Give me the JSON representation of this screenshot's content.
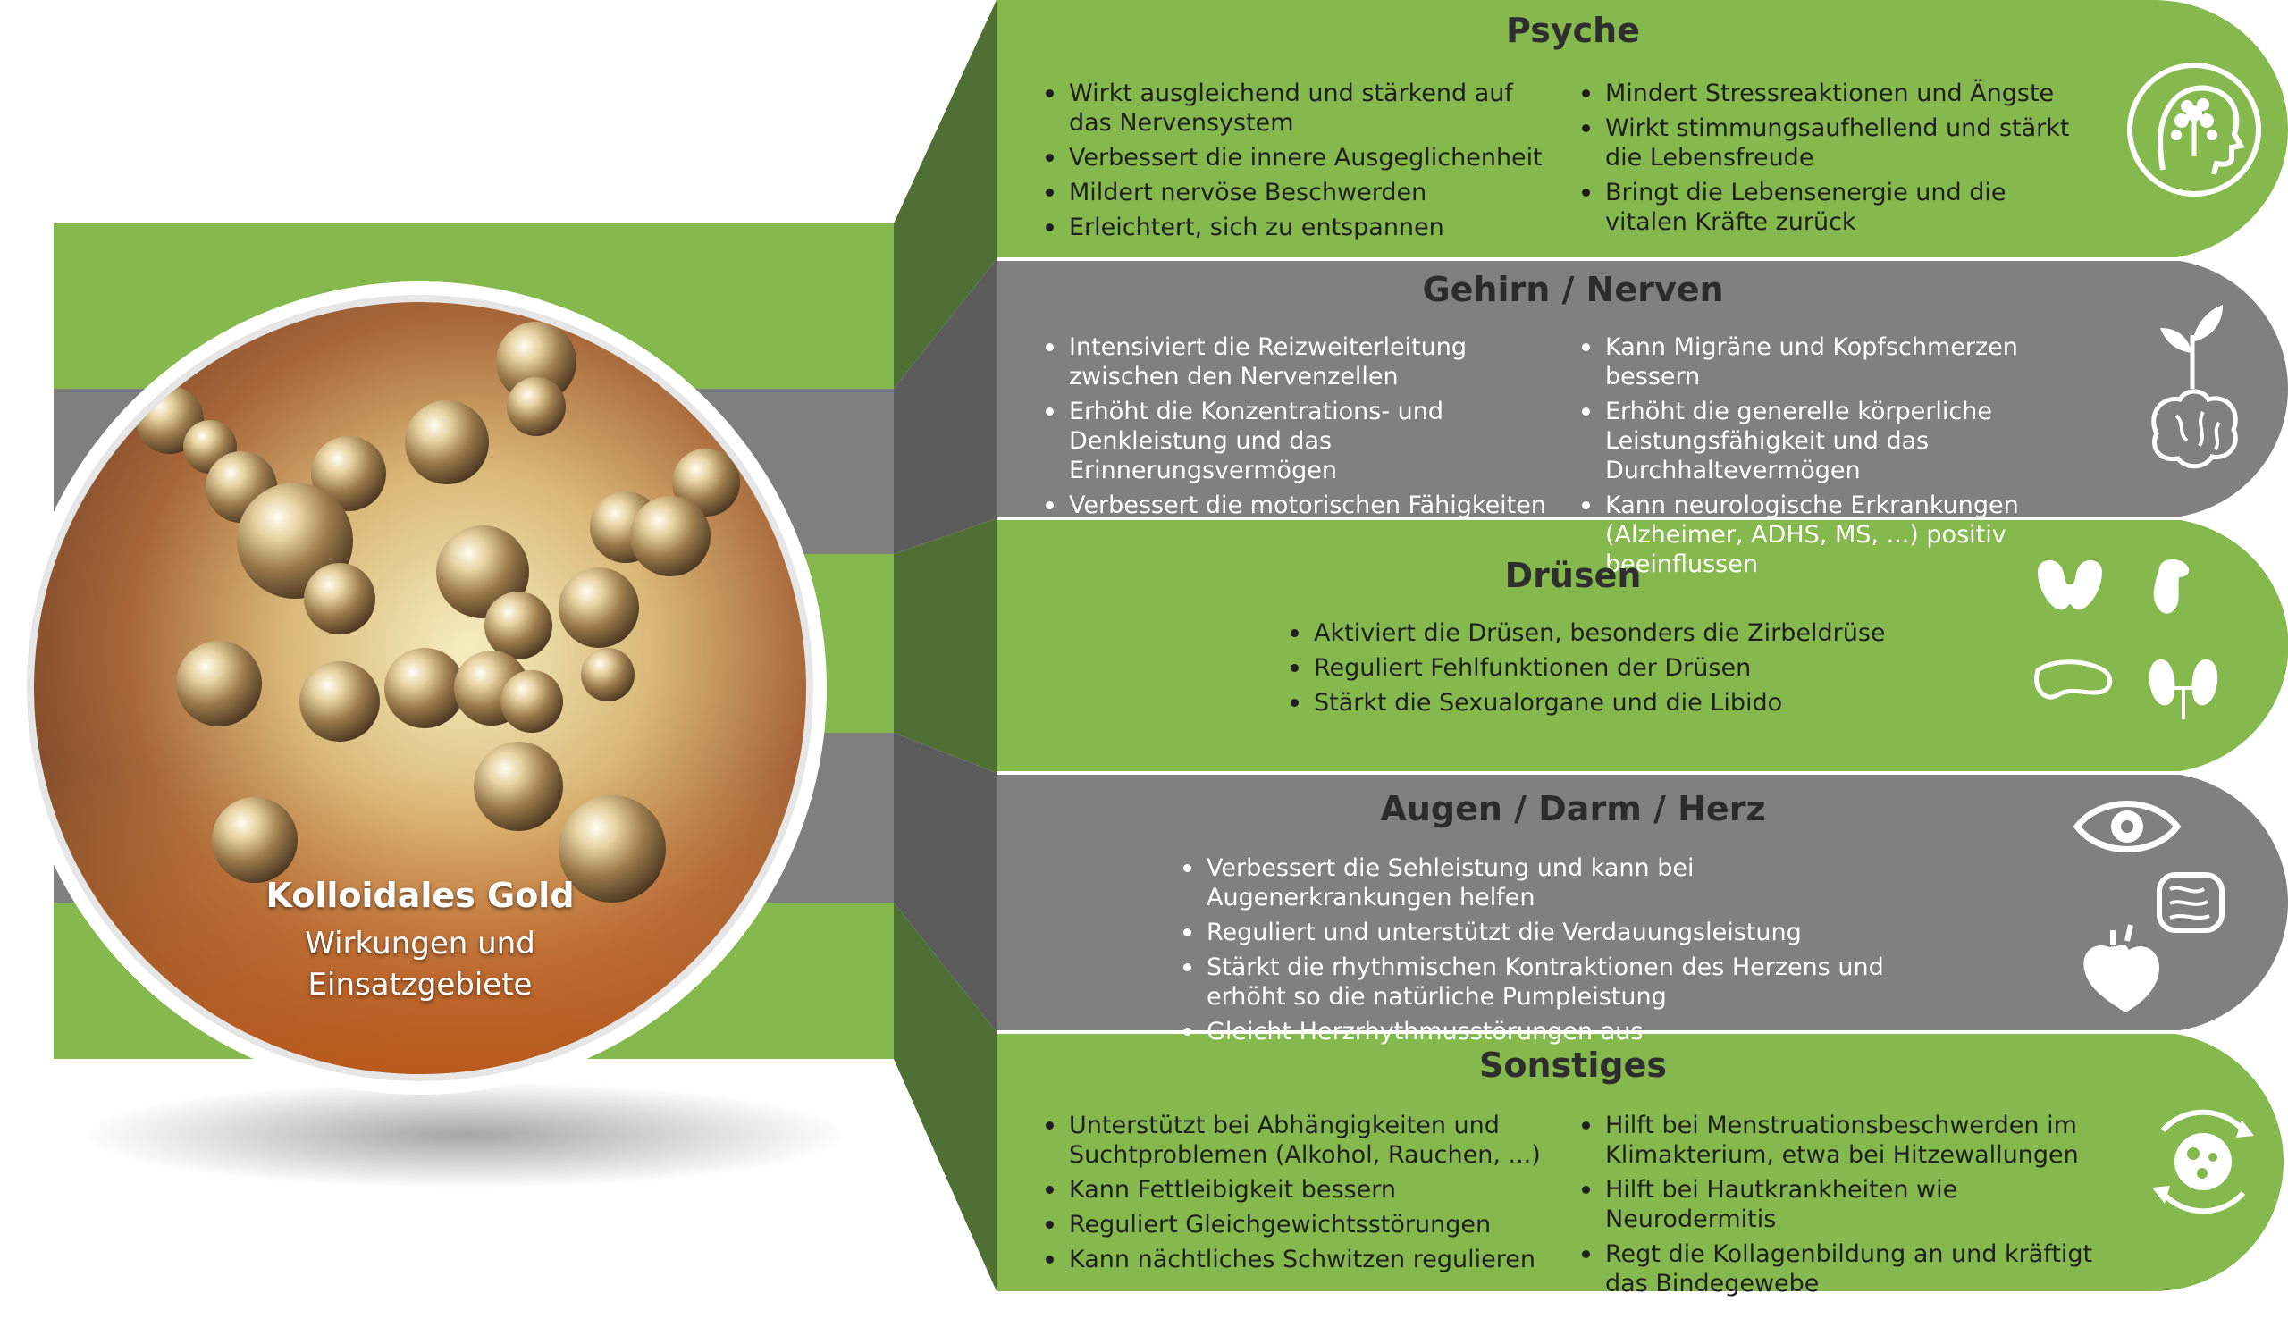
{
  "colors": {
    "green": "#86b94d",
    "green_dark": "#4f6f35",
    "grey": "#808080",
    "grey_dark": "#5c5c5c"
  },
  "circle": {
    "title": "Kolloidales Gold",
    "subtitle_line1": "Wirkungen und",
    "subtitle_line2": "Einsatzgebiete"
  },
  "panels": [
    {
      "title": "Psyche",
      "color": "green",
      "icon": "head-tree-icon",
      "left_items": [
        "Wirkt ausgleichend und stärkend auf das Nervensystem",
        "Verbessert die innere Ausgeglichenheit",
        "Mildert nervöse Beschwerden",
        "Erleichtert, sich zu entspannen"
      ],
      "right_items": [
        "Mindert Stressreaktionen und Ängste",
        "Wirkt stimmungsaufhellend und stärkt die Lebensfreude",
        "Bringt die Lebensenergie und die vitalen Kräfte zurück"
      ]
    },
    {
      "title": "Gehirn / Nerven",
      "color": "grey",
      "icon": "brain-sprout-icon",
      "left_items": [
        "Intensiviert die Reizweiterleitung zwischen den Nervenzellen",
        "Erhöht die Konzentrations- und Denkleistung und das Erinnerungsvermögen",
        "Verbessert die motorischen Fähigkeiten"
      ],
      "right_items": [
        "Kann Migräne und Kopfschmerzen bessern",
        "Erhöht die generelle körperliche Leistungsfähigkeit und das Durchhaltevermögen",
        "Kann neurologische Erkrankungen (Alzheimer, ADHS, MS, ...) positiv beeinflussen"
      ]
    },
    {
      "title": "Drüsen",
      "color": "green",
      "icon": "glands-icon",
      "left_items": [
        "Aktiviert die Drüsen, besonders die Zirbeldrüse",
        "Reguliert Fehlfunktionen der Drüsen",
        "Stärkt die Sexualorgane und die Libido"
      ],
      "right_items": []
    },
    {
      "title": "Augen / Darm / Herz",
      "color": "grey",
      "icon": "eye-intestine-heart-icon",
      "left_items": [
        "Verbessert die Sehleistung und kann bei Augenerkrankungen helfen",
        "Reguliert und unterstützt die Verdauungsleistung",
        "Stärkt die rhythmischen Kontraktionen des Herzens und erhöht so die natürliche Pumpleistung",
        "Gleicht Herzrhythmusstörungen aus"
      ],
      "right_items": []
    },
    {
      "title": "Sonstiges",
      "color": "green",
      "icon": "body-cycle-icon",
      "left_items": [
        "Unterstützt bei Abhängigkeiten und Suchtproblemen (Alkohol, Rauchen, ...)",
        "Kann Fettleibigkeit bessern",
        "Reguliert Gleichgewichtsstörungen",
        "Kann nächtliches Schwitzen regulieren"
      ],
      "right_items": [
        "Hilft bei Menstruationsbeschwerden im Klimakterium, etwa bei Hitzewallungen",
        "Hilft bei Hautkrankheiten wie Neurodermitis",
        "Regt die Kollagenbildung an und kräftigt das Bindegewebe"
      ]
    }
  ]
}
